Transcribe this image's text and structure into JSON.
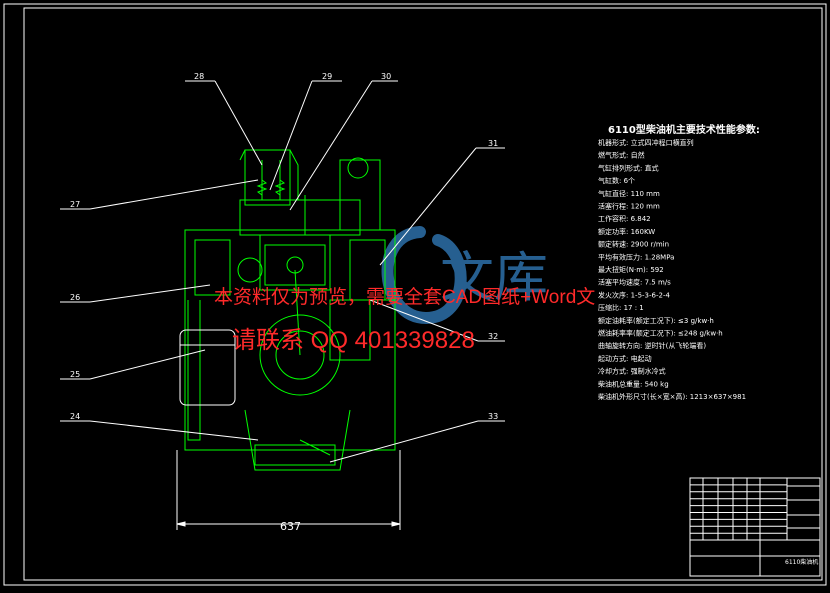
{
  "drawing": {
    "dimension_text": "637",
    "callouts": [
      "28",
      "29",
      "30",
      "31",
      "27",
      "26",
      "25",
      "24",
      "32",
      "33"
    ]
  },
  "specs": {
    "title": "6110型柴油机主要技术性能参数:",
    "rows": [
      "机器形式: 立式四冲程口横直列",
      "燃气形式: 自然",
      "气缸排列形式: 直式",
      "气缸数: 6个",
      "气缸直径: 110 mm",
      "活塞行程: 120 mm",
      "工作容积: 6.842",
      "额定功率: 160KW",
      "额定转速: 2900 r/min",
      "平均有效压力: 1.28MPa",
      "最大扭矩(N·m): 592",
      "活塞平均速度: 7.5 m/s",
      "发火次序: 1-5-3-6-2-4",
      "压缩比: 17 : 1",
      "额定油耗率(额定工况下): ≤3 g/kw·h",
      "燃油耗率率(额定工况下): ≤248 g/kw·h",
      "曲轴旋转方向: 逆时针(从飞轮端看)",
      "起动方式: 电起动",
      "冷却方式: 强制水冷式",
      "柴油机总重量: 540 kg",
      "柴油机外形尺寸(长×宽×高): 1213×637×981"
    ]
  },
  "title_block": {
    "drawing_name": "6110柴油机"
  },
  "watermark": {
    "line1": "本资料仅为预览，需要全套CAD图纸+Word文",
    "line2": "请联系 QQ 401339828"
  },
  "logo": {
    "text": "文库"
  },
  "colors": {
    "background": "#000000",
    "engine": "#00ff00",
    "text": "#ffffff",
    "watermark": "#ff2a2a",
    "logo": "#2b6aa0"
  }
}
